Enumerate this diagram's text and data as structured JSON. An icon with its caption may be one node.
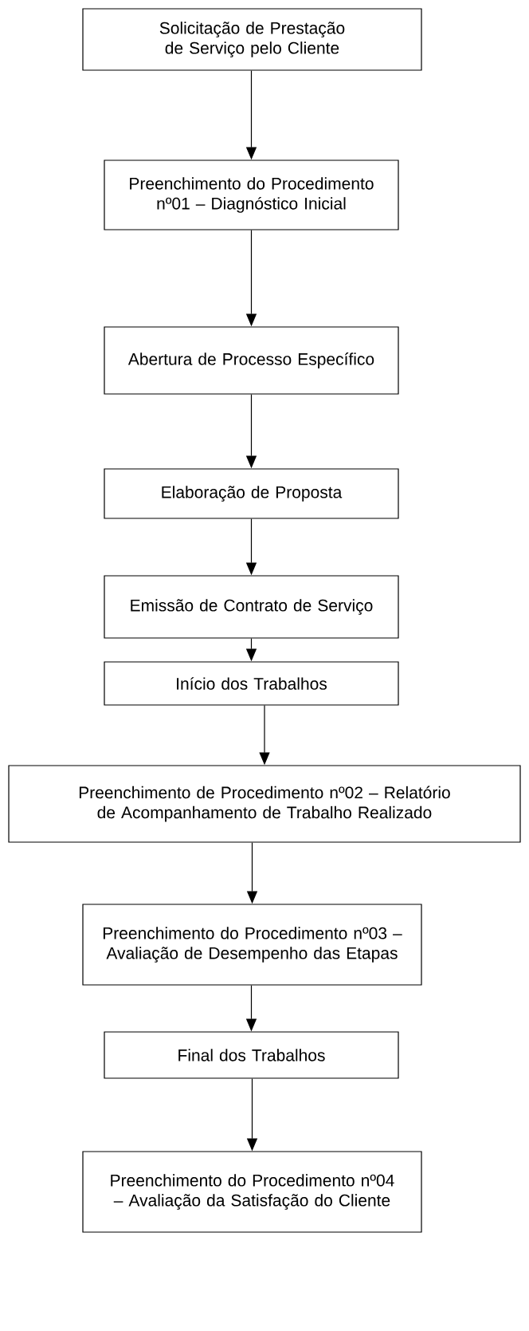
{
  "diagram": {
    "nodes": [
      {
        "text": [
          "Solicitação de Prestação de Serviço pelo Cliente"
        ]
      },
      {
        "text": [
          "Preenchimento do Procedimento nº01 – Diagnóstico Inicial"
        ]
      },
      {
        "text": [
          "Abertura de Processo Específico"
        ]
      },
      {
        "text": [
          "Elaboração de Proposta"
        ]
      },
      {
        "text": [
          "Emissão de Contrato de Serviço"
        ]
      },
      {
        "text": [
          "Início dos Trabalhos"
        ]
      },
      {
        "text": [
          "Preenchimento de Procedimento nº02 – Relatório de Acompanhamento de Trabalho Realizado"
        ]
      },
      {
        "text": [
          "Preenchimento do Procedimento nº03 – Avaliação de Desempenho das Etapas"
        ]
      },
      {
        "text": [
          "Final dos Trabalhos"
        ]
      },
      {
        "text": [
          "Preenchimento do Procedimento nº04 – Avaliação da Satisfação do Cliente"
        ]
      }
    ],
    "edges": [
      {
        "from": 0,
        "to": 1,
        "arrow": "to"
      },
      {
        "from": 1,
        "to": 2,
        "arrow": "to"
      },
      {
        "from": 2,
        "to": 3,
        "arrow": "to"
      },
      {
        "from": 3,
        "to": 4,
        "arrow": "to"
      },
      {
        "from": 4,
        "to": 5,
        "arrow": "to"
      },
      {
        "from": 5,
        "to": 6,
        "arrow": "to"
      },
      {
        "from": 6,
        "to": 7,
        "arrow": "to"
      },
      {
        "from": 7,
        "to": 8,
        "arrow": "to"
      },
      {
        "from": 8,
        "to": 9,
        "arrow": "to"
      }
    ]
  }
}
